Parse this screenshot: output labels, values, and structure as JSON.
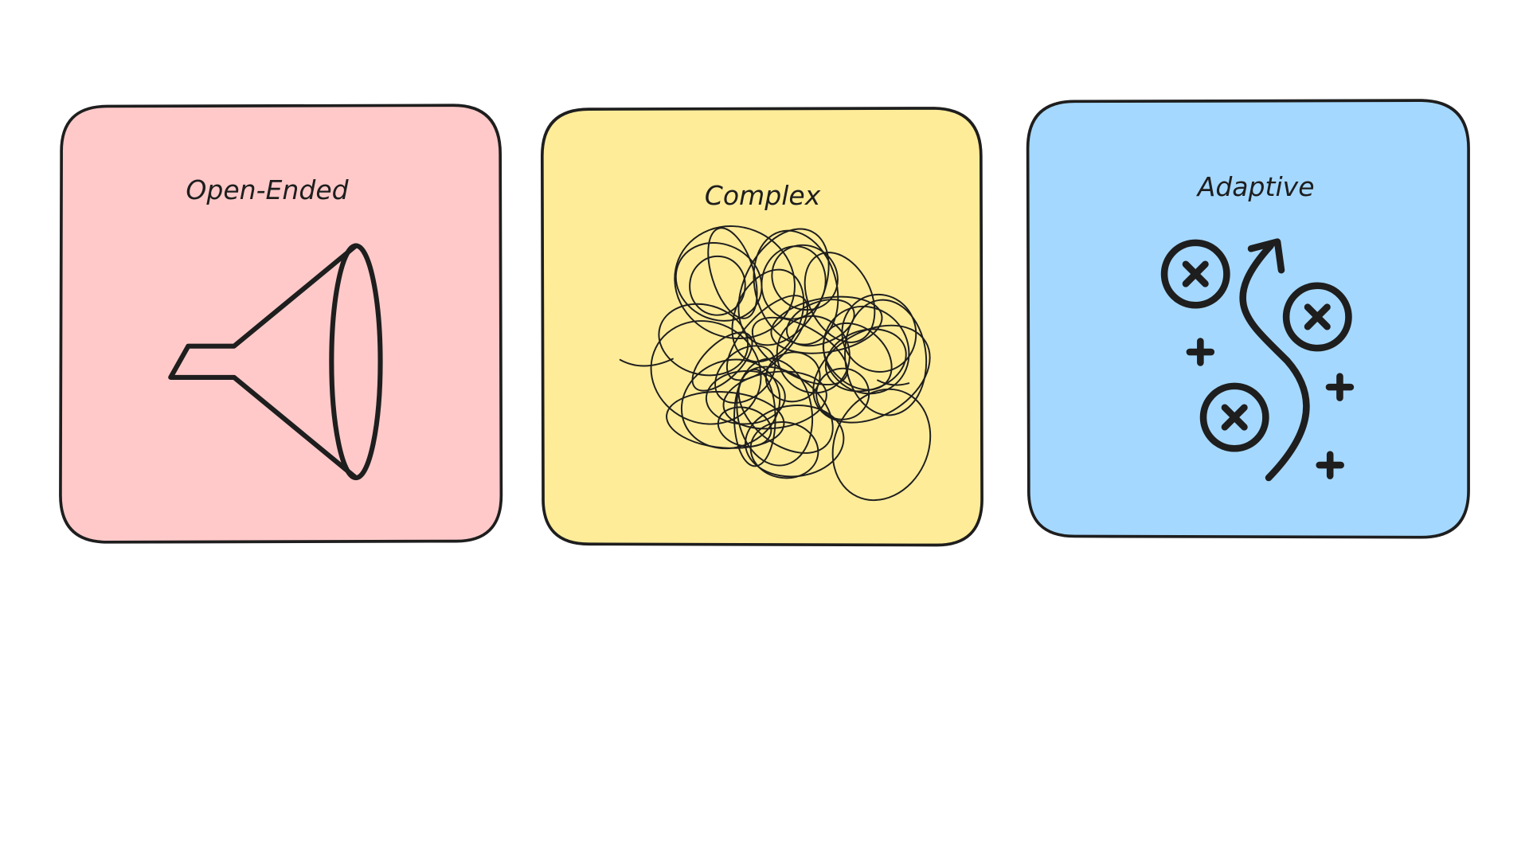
{
  "colors": {
    "open_ended": "#ffc9c9",
    "complex": "#ffec99",
    "adaptive": "#a5d8ff",
    "stroke": "#1e1e1e"
  },
  "cards": [
    {
      "title": "Open-Ended",
      "icon": "funnel-icon"
    },
    {
      "title": "Complex",
      "icon": "tangled-scribble-icon"
    },
    {
      "title": "Adaptive",
      "icon": "strategy-play-icon"
    }
  ]
}
